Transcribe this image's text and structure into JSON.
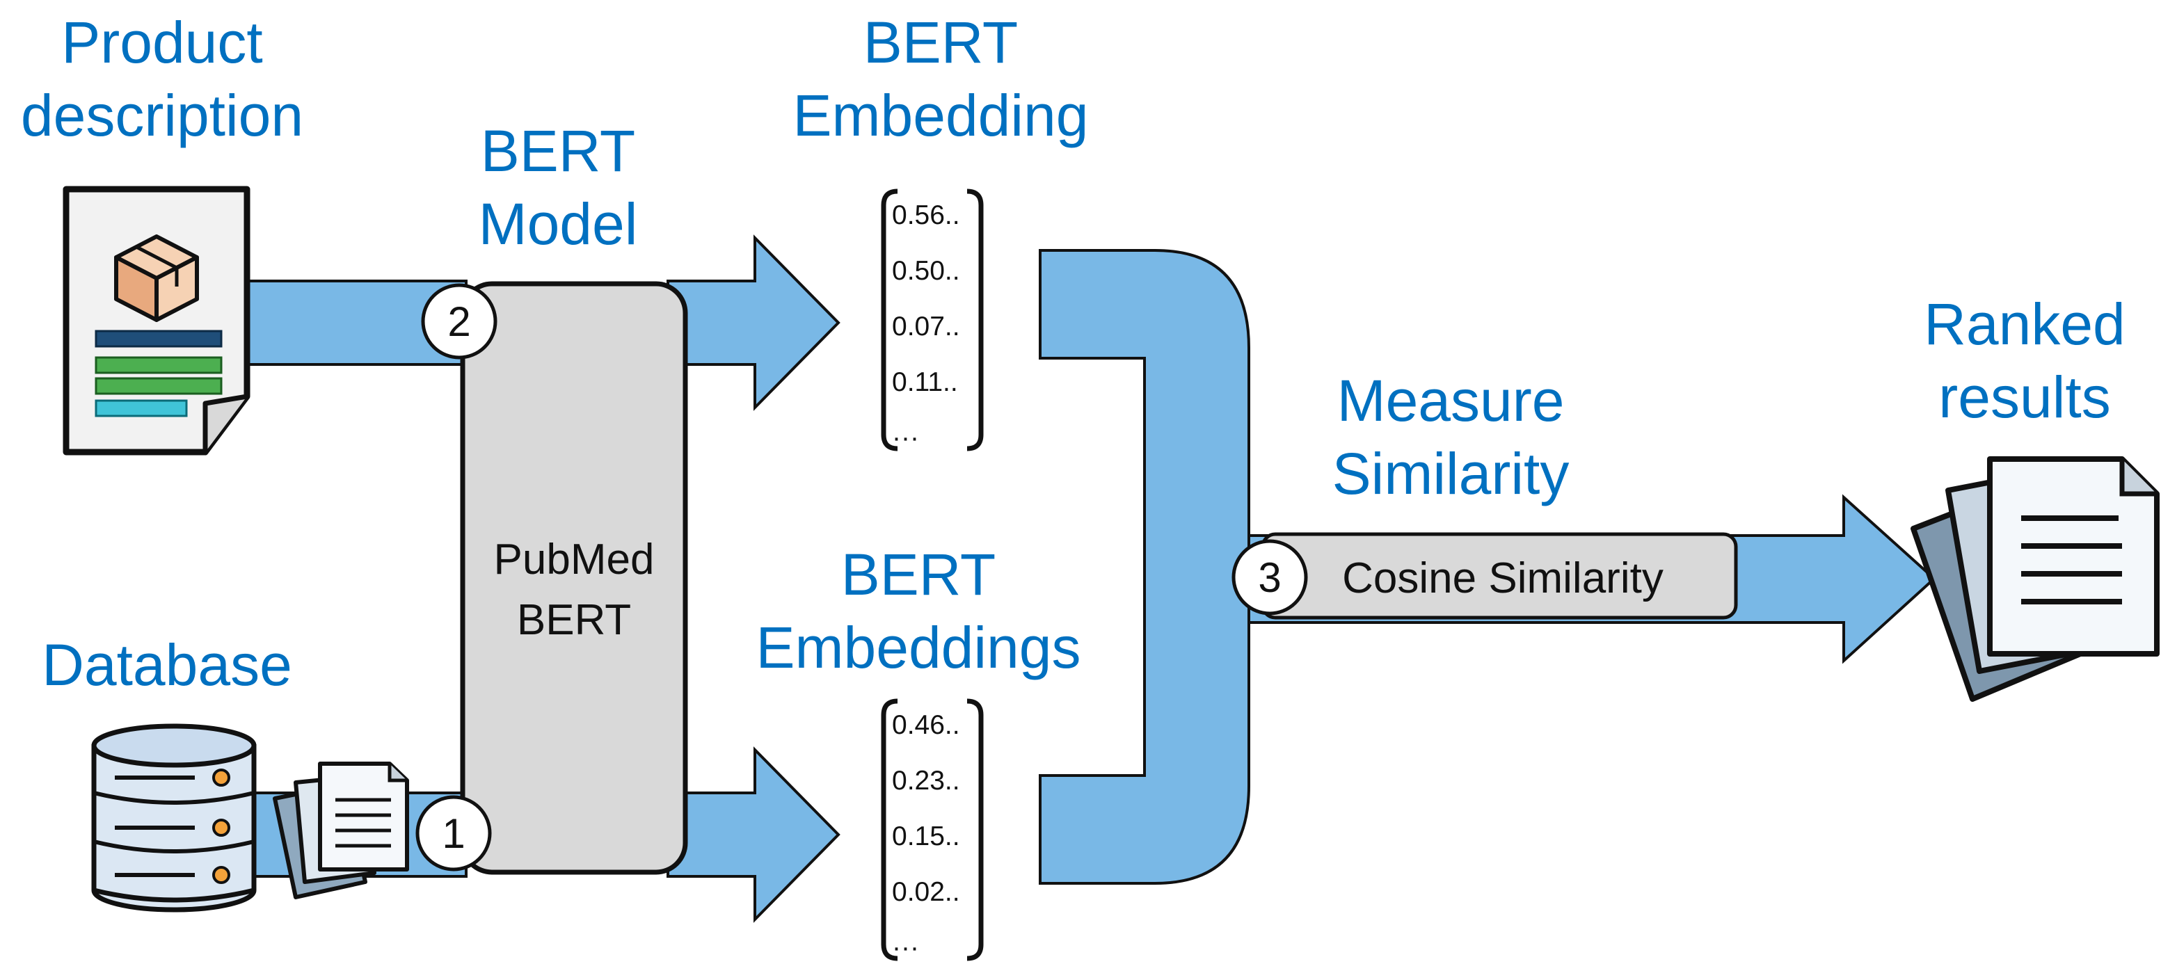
{
  "labels": {
    "product_line1": "Product",
    "product_line2": "description",
    "database": "Database",
    "bert_model_line1": "BERT",
    "bert_model_line2": "Model",
    "bert_embedding_line1": "BERT",
    "bert_embedding_line2": "Embedding",
    "bert_embeddings_line1": "BERT",
    "bert_embeddings_line2": "Embeddings",
    "measure_line1": "Measure",
    "measure_line2": "Similarity",
    "ranked_line1": "Ranked",
    "ranked_line2": "results"
  },
  "model_box": {
    "line1": "PubMed",
    "line2": "BERT"
  },
  "cosine_box": {
    "label": "Cosine Similarity"
  },
  "steps": {
    "step1": "1",
    "step2": "2",
    "step3": "3"
  },
  "vector_top": [
    "0.56..",
    "0.50..",
    "0.07..",
    "0.11..",
    "···"
  ],
  "vector_bottom": [
    "0.46..",
    "0.23..",
    "0.15..",
    "0.02..",
    "···"
  ],
  "colors": {
    "label_blue": "#0070c0",
    "arrow_fill": "#79b8e6",
    "box_fill": "#d9d9d9",
    "outline": "#111111"
  },
  "icons": [
    "product-document-icon",
    "package-icon",
    "database-icon",
    "documents-stack-icon",
    "ranked-documents-icon"
  ]
}
